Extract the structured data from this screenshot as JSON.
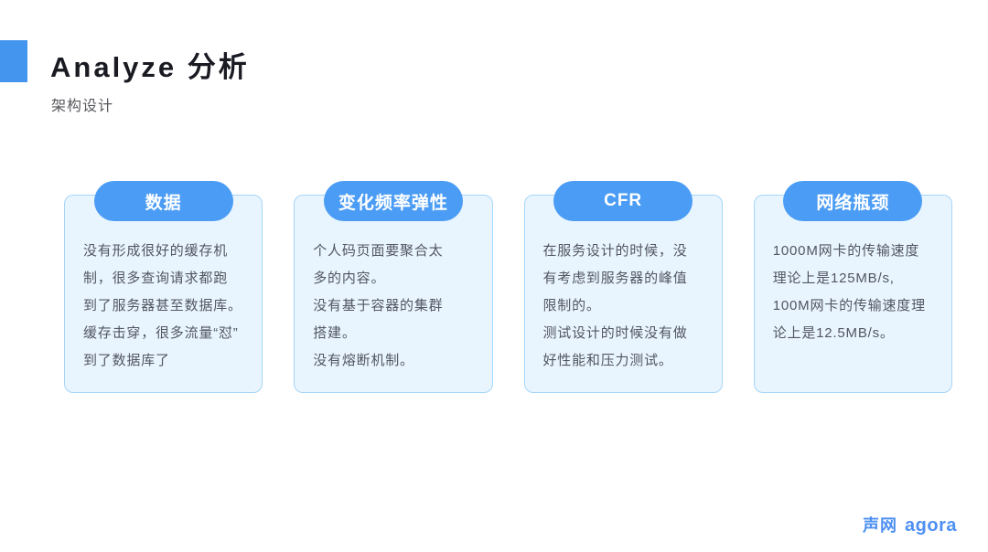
{
  "header": {
    "title": "Analyze 分析",
    "subtitle": "架构设计"
  },
  "cards": [
    {
      "label": "数据",
      "lines": [
        "没有形成很好的缓存机",
        "制，很多查询请求都跑",
        "到了服务器甚至数据库。",
        "缓存击穿，很多流量“怼”",
        "到了数据库了"
      ]
    },
    {
      "label": "变化频率弹性",
      "lines": [
        "个人码页面要聚合太",
        "多的内容。",
        "没有基于容器的集群",
        "搭建。",
        "没有熔断机制。"
      ]
    },
    {
      "label": "CFR",
      "lines": [
        "在服务设计的时候，没",
        "有考虑到服务器的峰值",
        "限制的。",
        "测试设计的时候没有做",
        "好性能和压力测试。"
      ]
    },
    {
      "label": "网络瓶颈",
      "lines": [
        "1000M网卡的传输速度",
        "理论上是125MB/s,",
        "100M网卡的传输速度理",
        "论上是12.5MB/s。"
      ]
    }
  ],
  "footer": {
    "logo_cn": "声网",
    "logo_en": "agora"
  },
  "colors": {
    "pill_blue": "#4B9CF5",
    "header_accent_blue": "#4495EE",
    "card_background": "#E9F5FE",
    "card_border": "#A5D5F8",
    "title_color": "#1A1B22",
    "body_text": "#515661",
    "logo_blue": "#4E90F2"
  }
}
